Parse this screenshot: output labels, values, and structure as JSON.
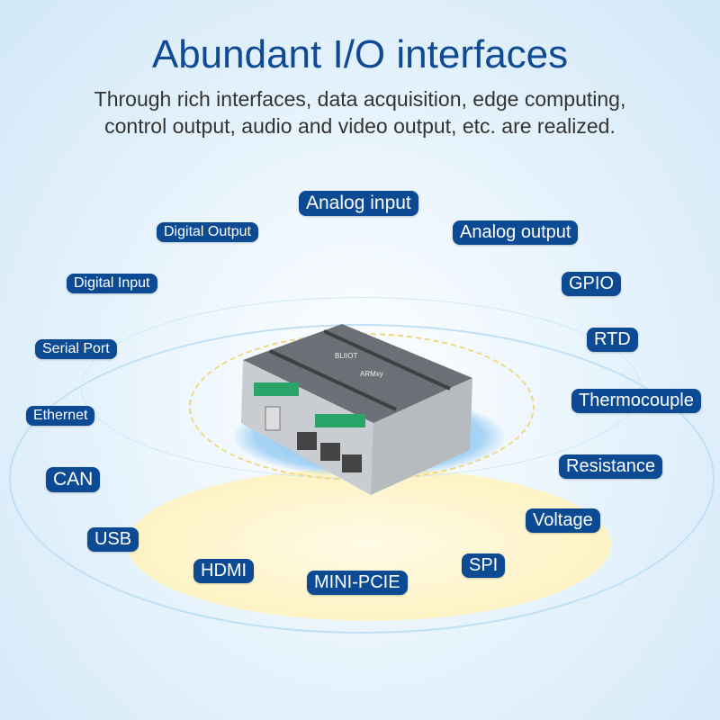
{
  "title": "Abundant I/O interfaces",
  "subtitle_lines": [
    "Through rich interfaces, data acquisition, edge computing,",
    "control output, audio and video output, etc. are realized."
  ],
  "device": {
    "brand": "BLIIOT",
    "model": "ARMxy"
  },
  "labels": [
    "Analog input",
    "Digital Output",
    "Analog output",
    "Digital Input",
    "GPIO",
    "Serial Port",
    "RTD",
    "Thermocouple",
    "Ethernet",
    "Resistance",
    "CAN",
    "Voltage",
    "USB",
    "SPI",
    "HDMI",
    "MINI-PCIE"
  ],
  "colors": {
    "pill": "#0d4a94",
    "title": "#0f4a94"
  }
}
